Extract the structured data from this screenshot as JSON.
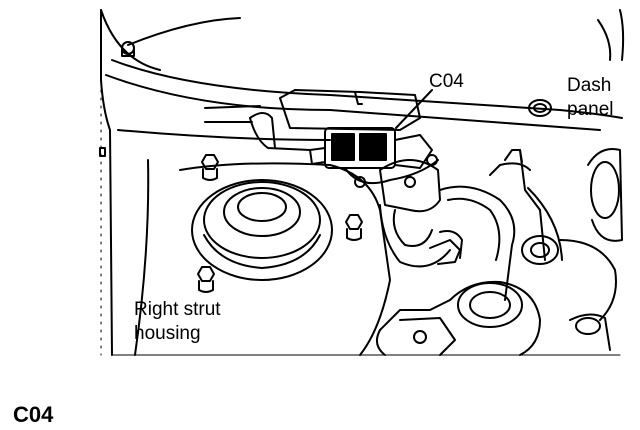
{
  "diagram": {
    "labels": {
      "connector": "C04",
      "dash_panel_line1": "Dash",
      "dash_panel_line2": "panel",
      "strut_line1": "Right strut",
      "strut_line2": "housing"
    }
  },
  "footer": {
    "connector_id": "C04"
  },
  "colors": {
    "ink": "#000000",
    "paper": "#ffffff"
  }
}
